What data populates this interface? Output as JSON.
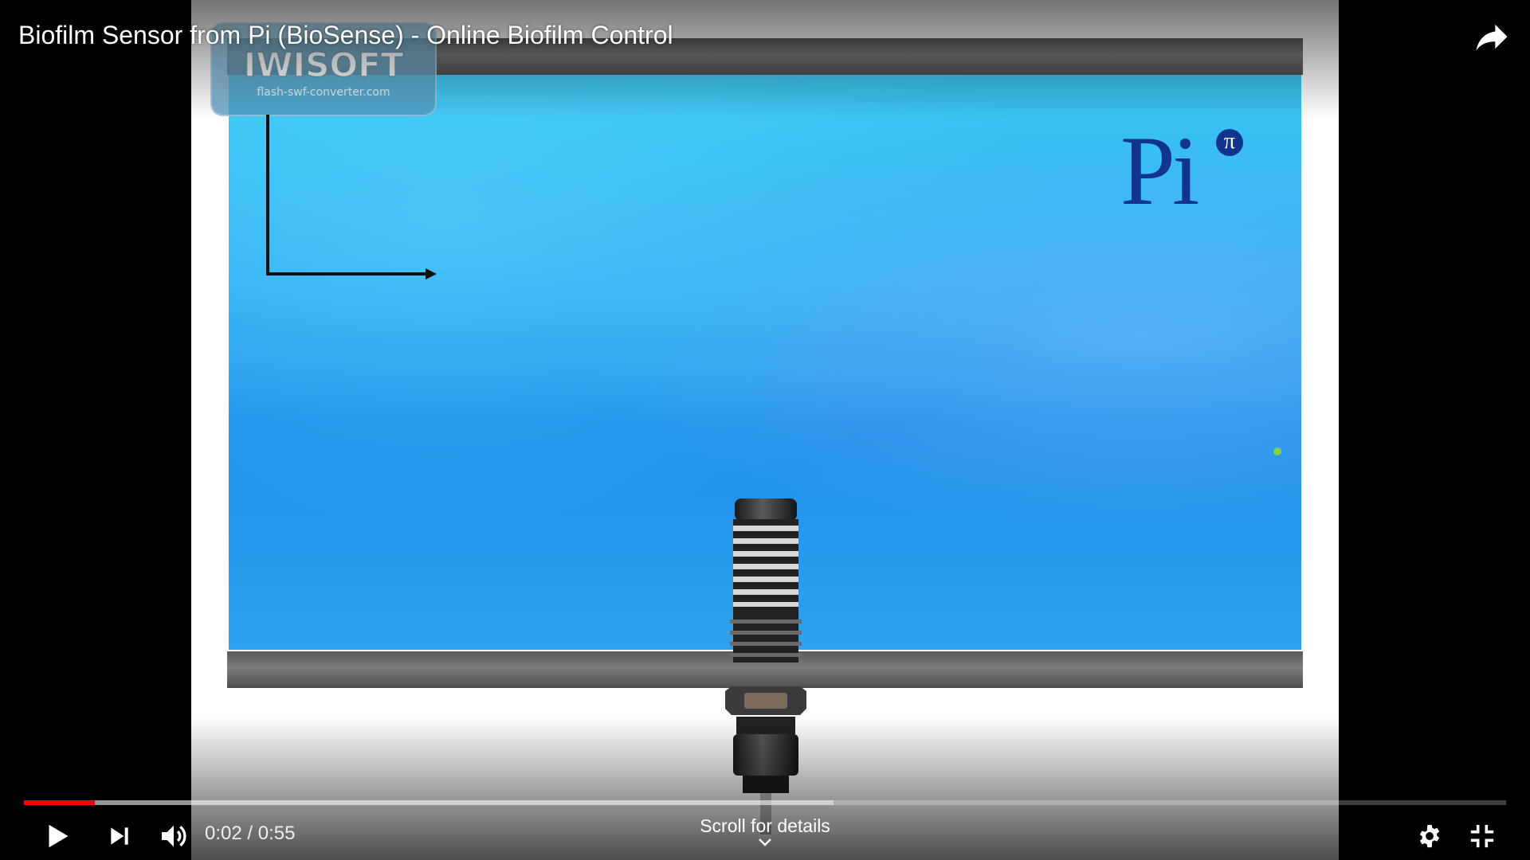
{
  "video": {
    "title": "Biofilm Sensor from Pi (BioSense) - Online Biofilm Control",
    "watermark": "IWISOFT",
    "watermark_subtext": "flash-swf-converter.com",
    "brand_logo": "Pi",
    "brand_logo_badge": "π"
  },
  "playback": {
    "current_time": "0:02",
    "separator": "/",
    "duration": "0:55",
    "played_fraction": 0.048,
    "loaded_fraction": 0.546,
    "state": "paused"
  },
  "scroll_hint": {
    "label": "Scroll for details"
  },
  "icons": {
    "share": "share-icon",
    "play": "play-icon",
    "next": "next-icon",
    "volume": "volume-icon",
    "settings": "gear-icon",
    "exit_fullscreen": "exit-fullscreen-icon",
    "scroll": "chevron-down-icon"
  },
  "colors": {
    "accent": "#ff0000",
    "brand_blue": "#11358f",
    "water_blue": "#2ea2ee"
  }
}
